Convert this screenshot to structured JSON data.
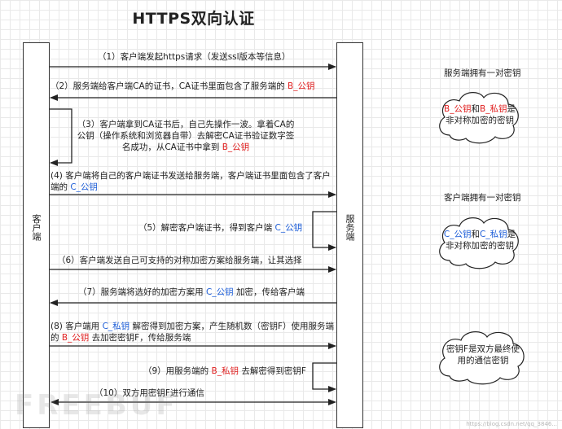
{
  "title": "HTTPS双向认证",
  "actors": {
    "client": "客户端",
    "server": "服务端"
  },
  "messages": [
    {
      "pre": "（1）客户端发起https请求（发送ssl版本等信息）"
    },
    {
      "pre": "（2）服务端给客户端CA的证书，CA证书里面包含了服务端的 ",
      "key": "B_公钥",
      "keyType": "b"
    },
    {
      "pre": "（3）客户端拿到CA证书后，自己先操作一波。拿着CA的公钥（操作系统和浏览器自带）去解密CA证书验证数字签名成功，从CA证书中拿到 ",
      "key": "B_公钥",
      "keyType": "b"
    },
    {
      "pre": "(4) 客户端将自己的客户端证书发送给服务端，客户端证书里面包含了客户端的 ",
      "key": "C_公钥",
      "keyType": "c"
    },
    {
      "pre": "（5）解密客户端证书，得到客户端 ",
      "key": "C_公钥",
      "keyType": "c"
    },
    {
      "pre": "（6）客户端发送自己可支持的对称加密方案给服务端，让其选择"
    },
    {
      "pre": "（7）服务端将选好的加密方案用 ",
      "key": "C_公钥",
      "keyType": "c",
      "post": " 加密，传给客户端"
    },
    {
      "pre": "(8) 客户端用 ",
      "key": "C_私钥",
      "keyType": "c",
      "post": " 解密得到加密方案，产生随机数（密钥F）使用服务端的 ",
      "key2": "B_公钥",
      "key2Type": "b",
      "post2": " 去加密密钥F，传给服务端"
    },
    {
      "pre": "（9）用服务端的 ",
      "key": "B_私钥",
      "keyType": "b",
      "post": " 去解密得到密钥F"
    },
    {
      "pre": "（10）双方用密钥F进行通信"
    }
  ],
  "side_notes": {
    "server_pair": "服务端拥有一对密钥",
    "client_pair": "客户端拥有一对密钥"
  },
  "clouds": [
    {
      "k1": "B_公钥",
      "and": "和",
      "k2": "B_私钥",
      "tail": "是",
      "line2": "非对称加密的密钥",
      "type": "b"
    },
    {
      "k1": "C_公钥",
      "and": "和",
      "k2": "C_私钥",
      "tail": "是",
      "line2": "非对称加密的密钥",
      "type": "c"
    },
    {
      "line1": "密钥F是双方最终使",
      "line2": "用的通信密钥"
    }
  ],
  "colors": {
    "server_key": "#e02020",
    "client_key": "#1f5fd8"
  },
  "watermark": "FREEBUF",
  "credit": "https://blog.csdn.net/qq_3846..."
}
